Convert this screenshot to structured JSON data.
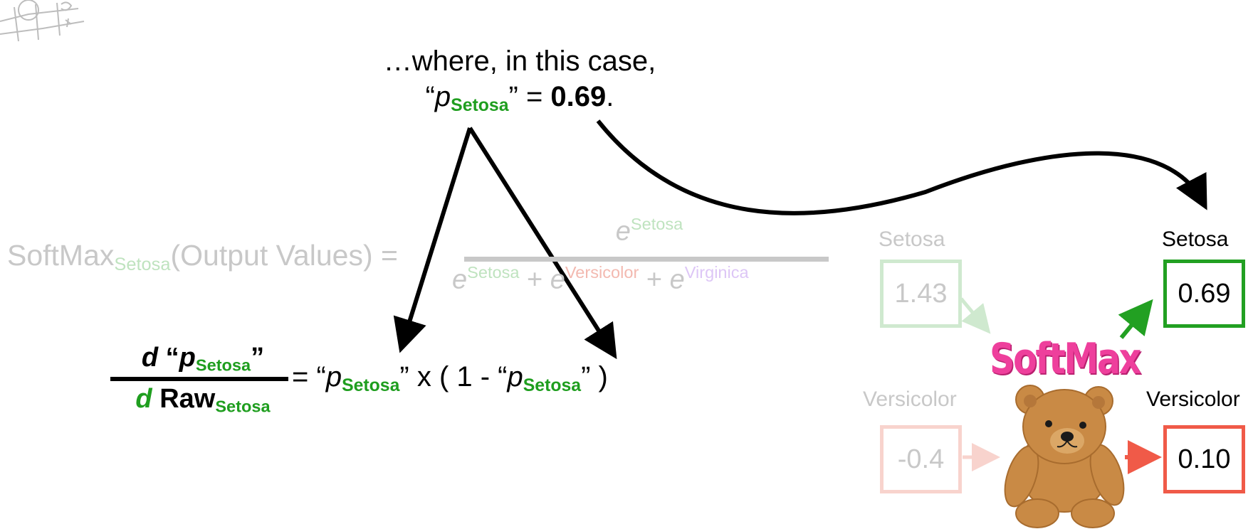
{
  "caption": {
    "line1": "…where, in this case,",
    "quote_open": "“",
    "p": "p",
    "setosa": "Setosa",
    "quote_close": "”",
    "equals": " = ",
    "value": "0.69",
    "period": "."
  },
  "formula": {
    "lhs_main": "SoftMax",
    "lhs_sub": "Setosa",
    "lhs_args": "(Output Values) =",
    "e": "e",
    "num_sup": "Setosa",
    "den_sup1": "Setosa",
    "plus": " + ",
    "den_sup2": "Versicolor",
    "den_sup3": "Virginica"
  },
  "derivative": {
    "d": "d",
    "quote_open": "“",
    "p": "p",
    "setosa": "Setosa",
    "quote_close": "”",
    "raw": " Raw",
    "equals": "= ",
    "times_open": " x ( 1 - ",
    "close": " )"
  },
  "network": {
    "inputs": [
      {
        "label": "Setosa",
        "value": "1.43"
      },
      {
        "label": "Versicolor",
        "value": "-0.4"
      }
    ],
    "outputs": [
      {
        "label": "Setosa",
        "value": "0.69"
      },
      {
        "label": "Versicolor",
        "value": "0.10"
      }
    ],
    "badge": "SoftMax"
  },
  "colors": {
    "setosa": "#1f9e1f",
    "versicolor": "#f05a48",
    "virginica": "#b58cf0",
    "badge": "#ee3f9c"
  }
}
